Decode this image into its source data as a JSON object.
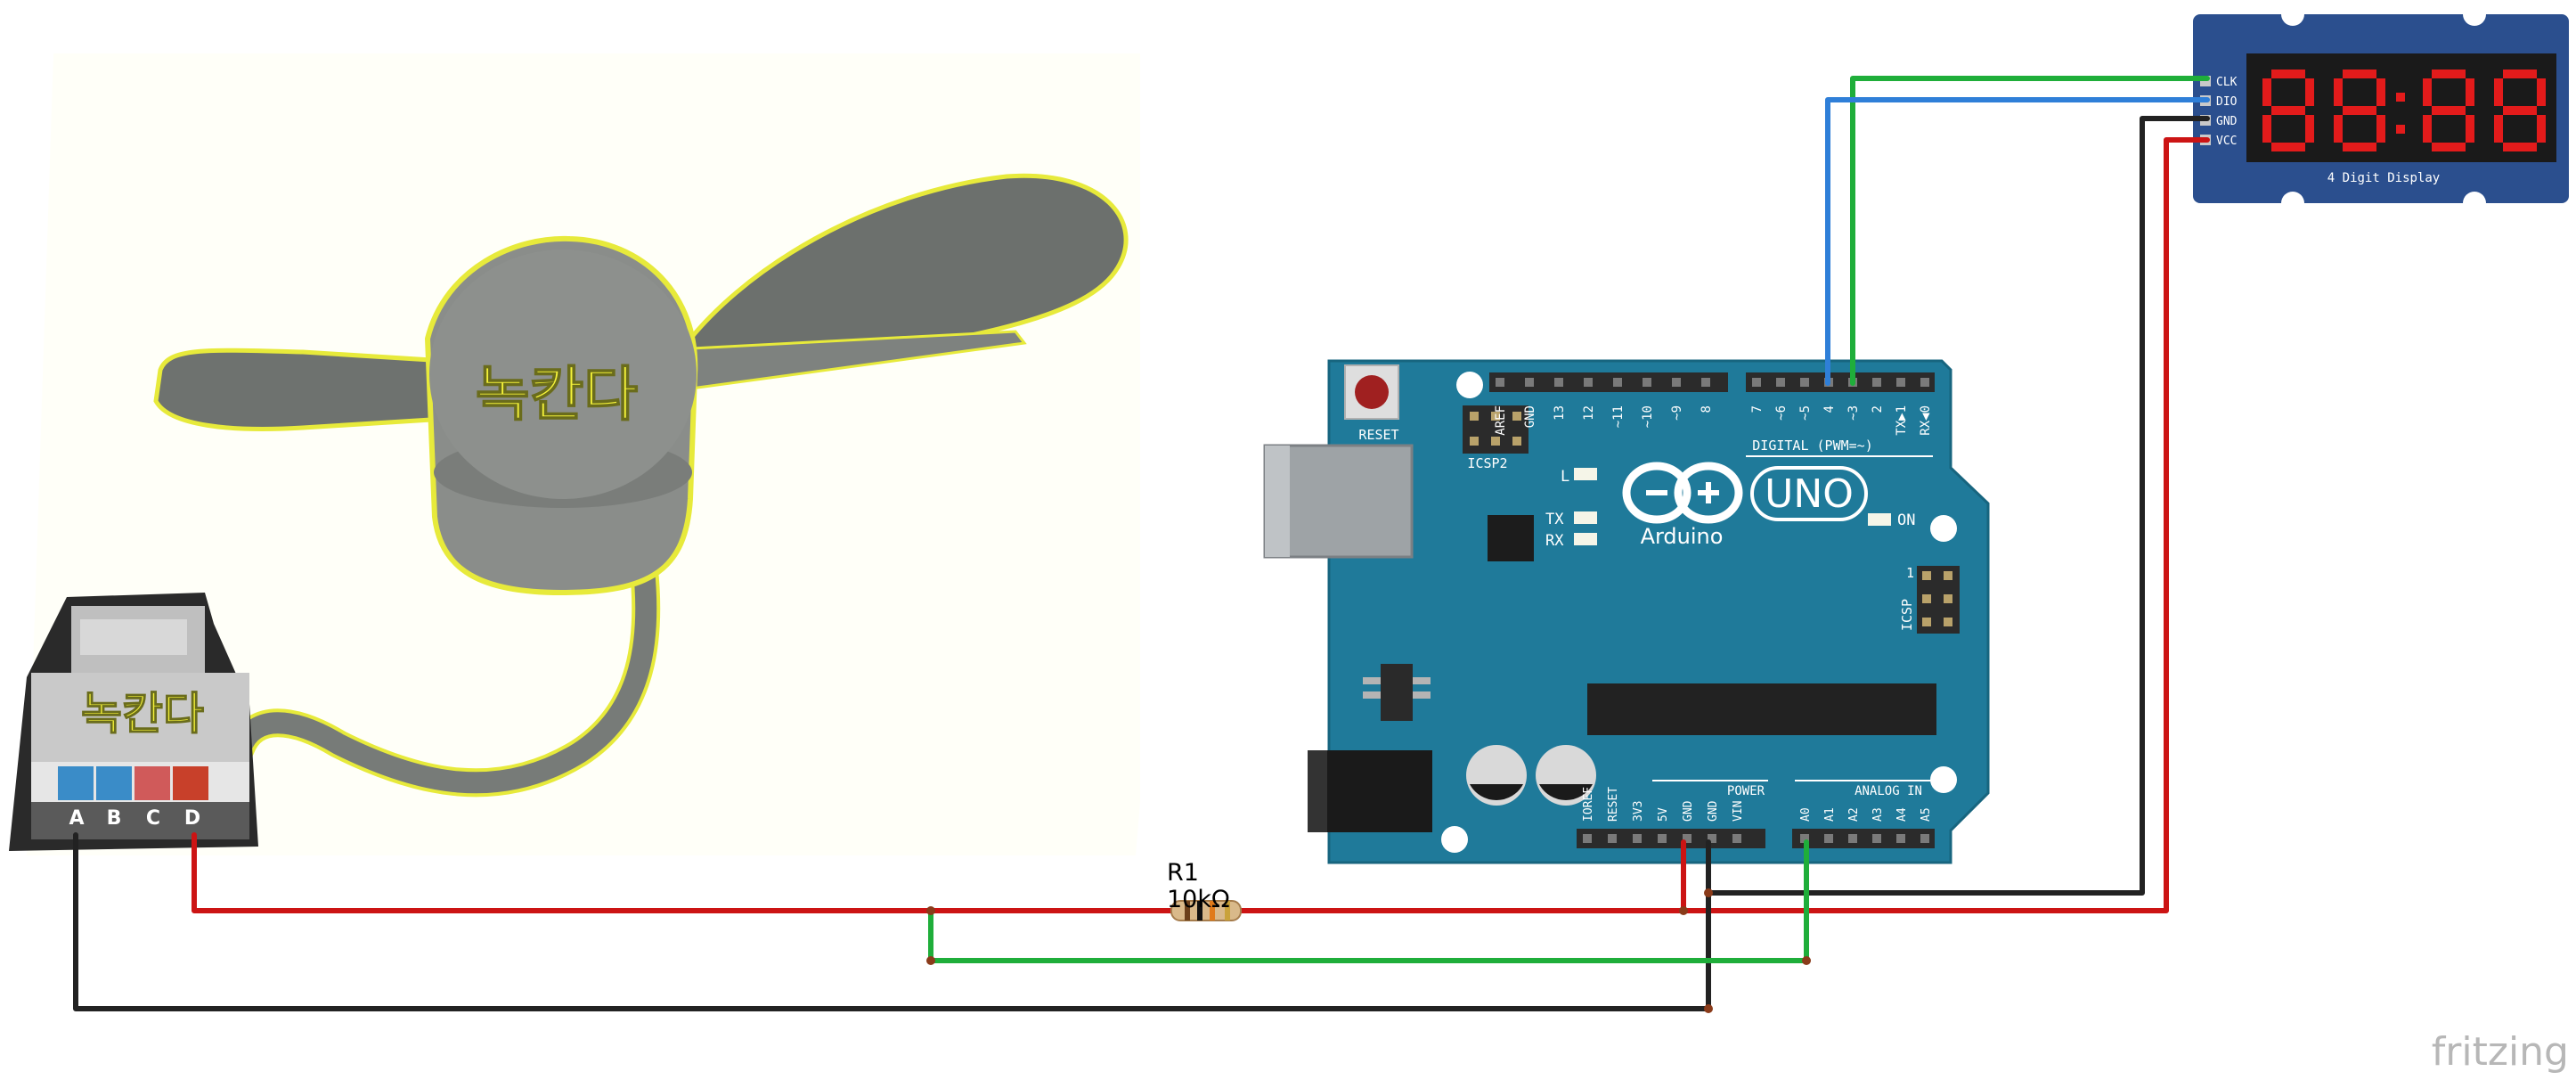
{
  "sensor": {
    "label_vane": "녹칸다",
    "label_connector": "녹칸다",
    "pins": [
      "A",
      "B",
      "C",
      "D"
    ],
    "pin_colors": [
      "#3a8cc8",
      "#d05a5a",
      "#c8402a"
    ]
  },
  "resistor": {
    "name": "R1",
    "value": "10kΩ"
  },
  "arduino": {
    "brand": "Arduino",
    "model": "UNO",
    "reset_label": "RESET",
    "icsp2_label": "ICSP2",
    "icsp_label": "ICSP",
    "digital_label": "DIGITAL (PWM=~)",
    "led_l": "L",
    "led_tx": "TX",
    "led_rx": "RX",
    "led_on": "ON",
    "power_label": "POWER",
    "analog_label": "ANALOG IN",
    "one_label": "1",
    "digital_pins_left": [
      "AREF",
      "GND",
      "13",
      "12",
      "~11",
      "~10",
      "~9",
      "8"
    ],
    "digital_pins_right": [
      "7",
      "~6",
      "~5",
      "4",
      "~3",
      "2",
      "TX▶1",
      "RX◀0"
    ],
    "power_pins": [
      "IOREF",
      "RESET",
      "3V3",
      "5V",
      "GND",
      "GND",
      "VIN"
    ],
    "analog_pins": [
      "A0",
      "A1",
      "A2",
      "A3",
      "A4",
      "A5"
    ],
    "board_color": "#1f7a9a"
  },
  "display": {
    "caption": "4 Digit Display",
    "digits": "88:88",
    "pins": [
      "CLK",
      "DIO",
      "GND",
      "VCC"
    ],
    "board_color": "#2b4f8e",
    "segment_color": "#e31b1b"
  },
  "wires": {
    "red": "#cc1414",
    "black": "#222222",
    "green": "#1fae3a",
    "blue": "#2f7fd8"
  },
  "watermark": "fritzing"
}
